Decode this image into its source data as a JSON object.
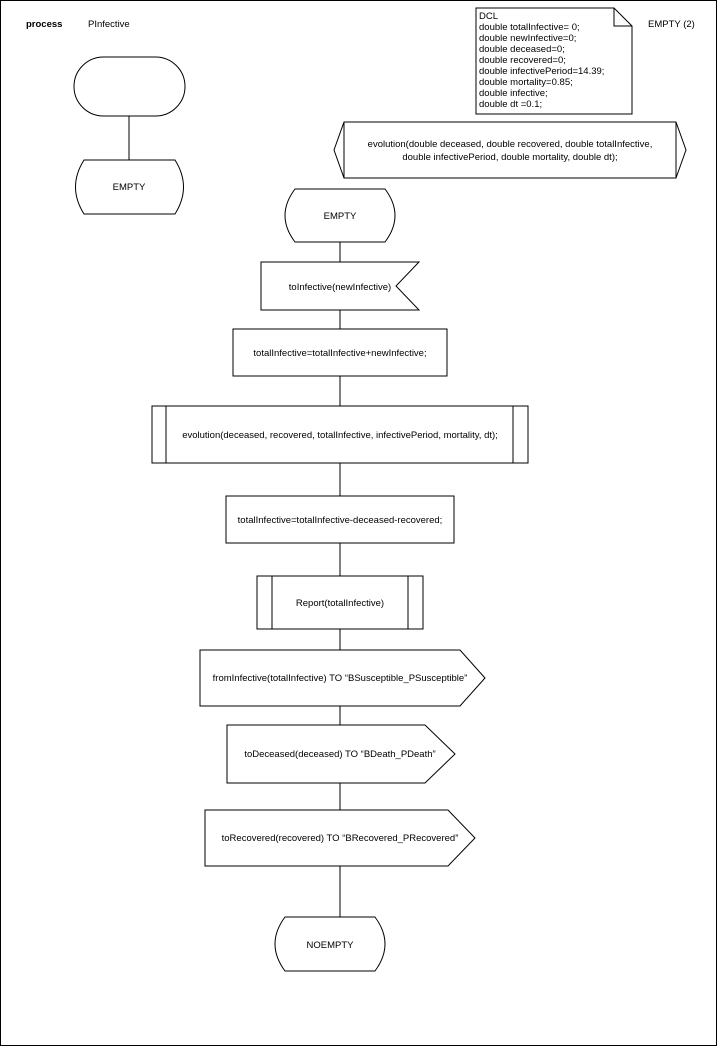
{
  "header": {
    "keyword": "process",
    "process_name": "PInfective",
    "page_label": "EMPTY (2)"
  },
  "declarations": {
    "lines": [
      "DCL",
      "double totalInfective= 0;",
      "double newInfective=0;",
      "double deceased=0;",
      "double recovered=0;",
      "double infectivePeriod=14.39;",
      "double mortality=0.85;",
      "double infective;",
      "double dt =0.1;"
    ]
  },
  "procedure_decl": {
    "lines": [
      "evolution(double deceased, double recovered, double totalInfective,",
      "double infectivePeriod, double mortality, double dt);"
    ]
  },
  "start_branch": {
    "start_state_label": "",
    "state_label": "EMPTY"
  },
  "flow": {
    "state": "EMPTY",
    "input_signal": "toInfective(newInfective)",
    "task1": "totalInfective=totalInfective+newInfective;",
    "procedure_call": "evolution(deceased, recovered, totalInfective, infectivePeriod, mortality, dt);",
    "task2": "totalInfective=totalInfective-deceased-recovered;",
    "macro_call": "Report(totalInfective)",
    "output1": "fromInfective(totalInfective) TO “BSusceptible_PSusceptible”",
    "output2": "toDeceased(deceased) TO “BDeath_PDeath”",
    "output3": "toRecovered(recovered) TO “BRecovered_PRecovered”",
    "next_state": "NOEMPTY"
  }
}
